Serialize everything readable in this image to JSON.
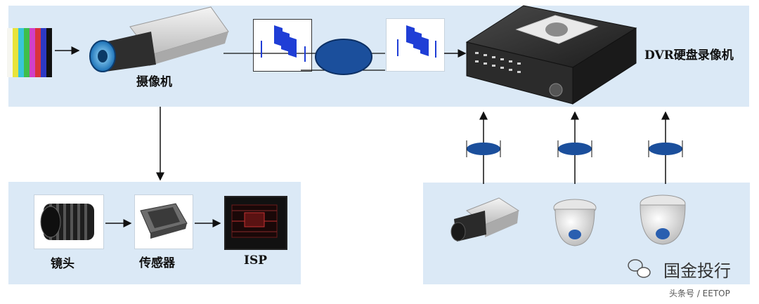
{
  "top_row": {
    "camera_label": "摄像机",
    "dvr_label": "DVR硬盘录像机"
  },
  "bottom_left": {
    "lens_label": "镜头",
    "sensor_label": "传感器",
    "isp_label": "ISP"
  },
  "watermark": {
    "brand": "国金投行",
    "source": "头条号 / EETOP"
  },
  "icons": [
    "color-bars-icon",
    "box-camera-icon",
    "video-frames-icon",
    "signal-ellipse-icon",
    "dvr-recorder-icon",
    "lens-icon",
    "sensor-chip-icon",
    "isp-board-icon",
    "box-camera-icon",
    "dome-camera-icon",
    "dome-camera-icon",
    "wechat-icon"
  ],
  "colors": {
    "panel_bg": "#dbe9f6",
    "signal_blue": "#1b4f9c",
    "frame_blue": "#1f3ed6"
  }
}
